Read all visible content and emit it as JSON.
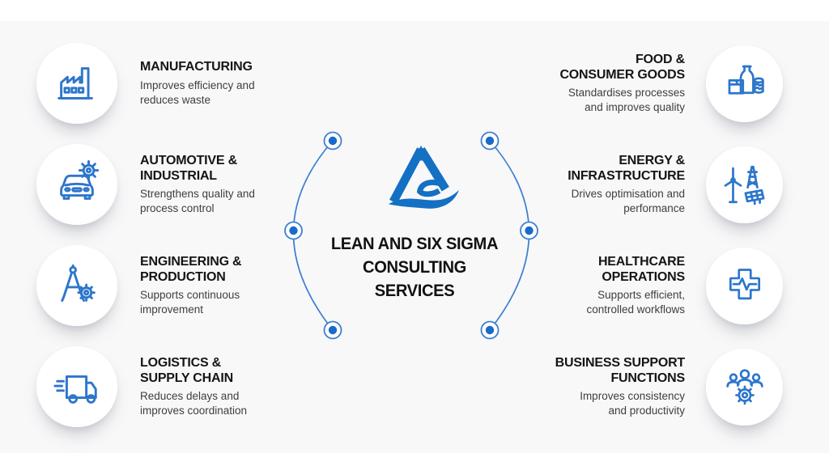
{
  "canvas": {
    "page_background": "#ffffff",
    "band_background": "#f8f8f9"
  },
  "colors": {
    "icon_blue": "#2d76cb",
    "logo_blue": "#1470c2",
    "dot_blue": "#1a6bc8",
    "arc_blue": "#3c7fd2",
    "heading_text": "#151515",
    "body_text": "#3e3e3e"
  },
  "center": {
    "title": "LEAN AND SIX SIGMA\nCONSULTING\nSERVICES",
    "logo_icon": "triangle-delta-swoosh-logo",
    "connector_dots": 6
  },
  "left_items": [
    {
      "icon": "factory-icon",
      "title": "MANUFACTURING",
      "description": "Improves efficiency and\nreduces waste"
    },
    {
      "icon": "car-gear-icon",
      "title": "AUTOMOTIVE &\nINDUSTRIAL",
      "description": "Strengthens quality and\nprocess control"
    },
    {
      "icon": "compass-gear-icon",
      "title": "ENGINEERING &\nPRODUCTION",
      "description": "Supports continuous\nimprovement"
    },
    {
      "icon": "delivery-truck-icon",
      "title": "LOGISTICS &\nSUPPLY CHAIN",
      "description": "Reduces delays and\nimproves coordination"
    }
  ],
  "right_items": [
    {
      "icon": "food-goods-icon",
      "title": "FOOD &\nCONSUMER GOODS",
      "description": "Standardises processes\nand improves quality"
    },
    {
      "icon": "energy-infrastructure-icon",
      "title": "ENERGY &\nINFRASTRUCTURE",
      "description": "Drives optimisation and\nperformance"
    },
    {
      "icon": "medical-cross-icon",
      "title": "HEALTHCARE\nOPERATIONS",
      "description": "Supports efficient,\ncontrolled workflows"
    },
    {
      "icon": "team-gear-icon",
      "title": "BUSINESS SUPPORT\nFUNCTIONS",
      "description": "Improves consistency\nand productivity"
    }
  ]
}
